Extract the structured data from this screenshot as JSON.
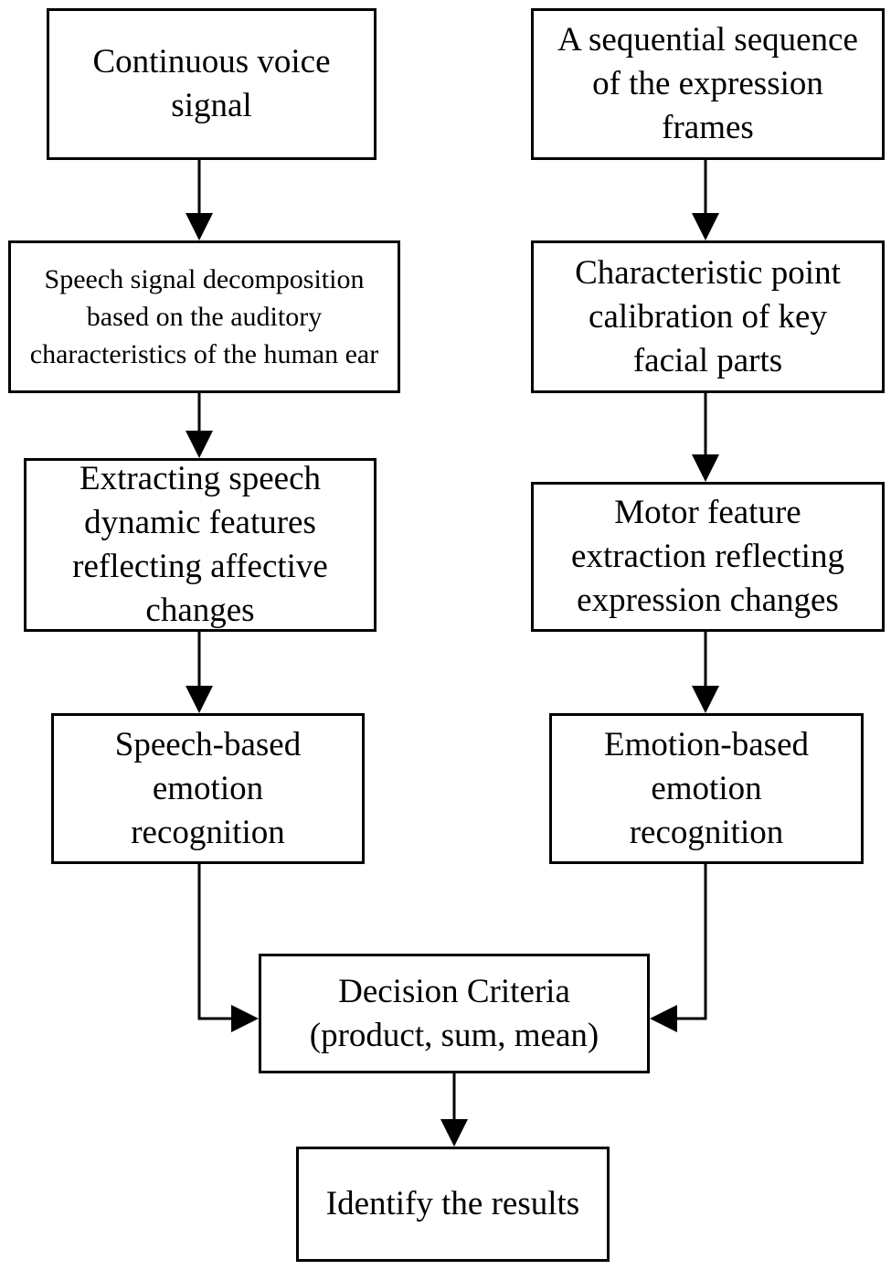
{
  "diagram": {
    "nodes": {
      "continuous_voice_signal": "Continuous voice signal",
      "sequential_expression_frames": "A sequential sequence of the expression frames",
      "speech_signal_decomposition": "Speech signal decomposition based on the auditory characteristics of the human ear",
      "characteristic_point_calibration": "Characteristic point calibration of key facial parts",
      "extracting_speech_dynamic_features": "Extracting speech dynamic features reflecting affective changes",
      "motor_feature_extraction": "Motor feature extraction reflecting expression changes",
      "speech_based_emotion_recognition": "Speech-based emotion recognition",
      "emotion_based_emotion_recognition": "Emotion-based emotion recognition",
      "decision_criteria": "Decision Criteria (product, sum, mean)",
      "identify_results": "Identify the results"
    },
    "edges": [
      [
        "continuous_voice_signal",
        "speech_signal_decomposition"
      ],
      [
        "speech_signal_decomposition",
        "extracting_speech_dynamic_features"
      ],
      [
        "extracting_speech_dynamic_features",
        "speech_based_emotion_recognition"
      ],
      [
        "speech_based_emotion_recognition",
        "decision_criteria"
      ],
      [
        "sequential_expression_frames",
        "characteristic_point_calibration"
      ],
      [
        "characteristic_point_calibration",
        "motor_feature_extraction"
      ],
      [
        "motor_feature_extraction",
        "emotion_based_emotion_recognition"
      ],
      [
        "emotion_based_emotion_recognition",
        "decision_criteria"
      ],
      [
        "decision_criteria",
        "identify_results"
      ]
    ]
  }
}
